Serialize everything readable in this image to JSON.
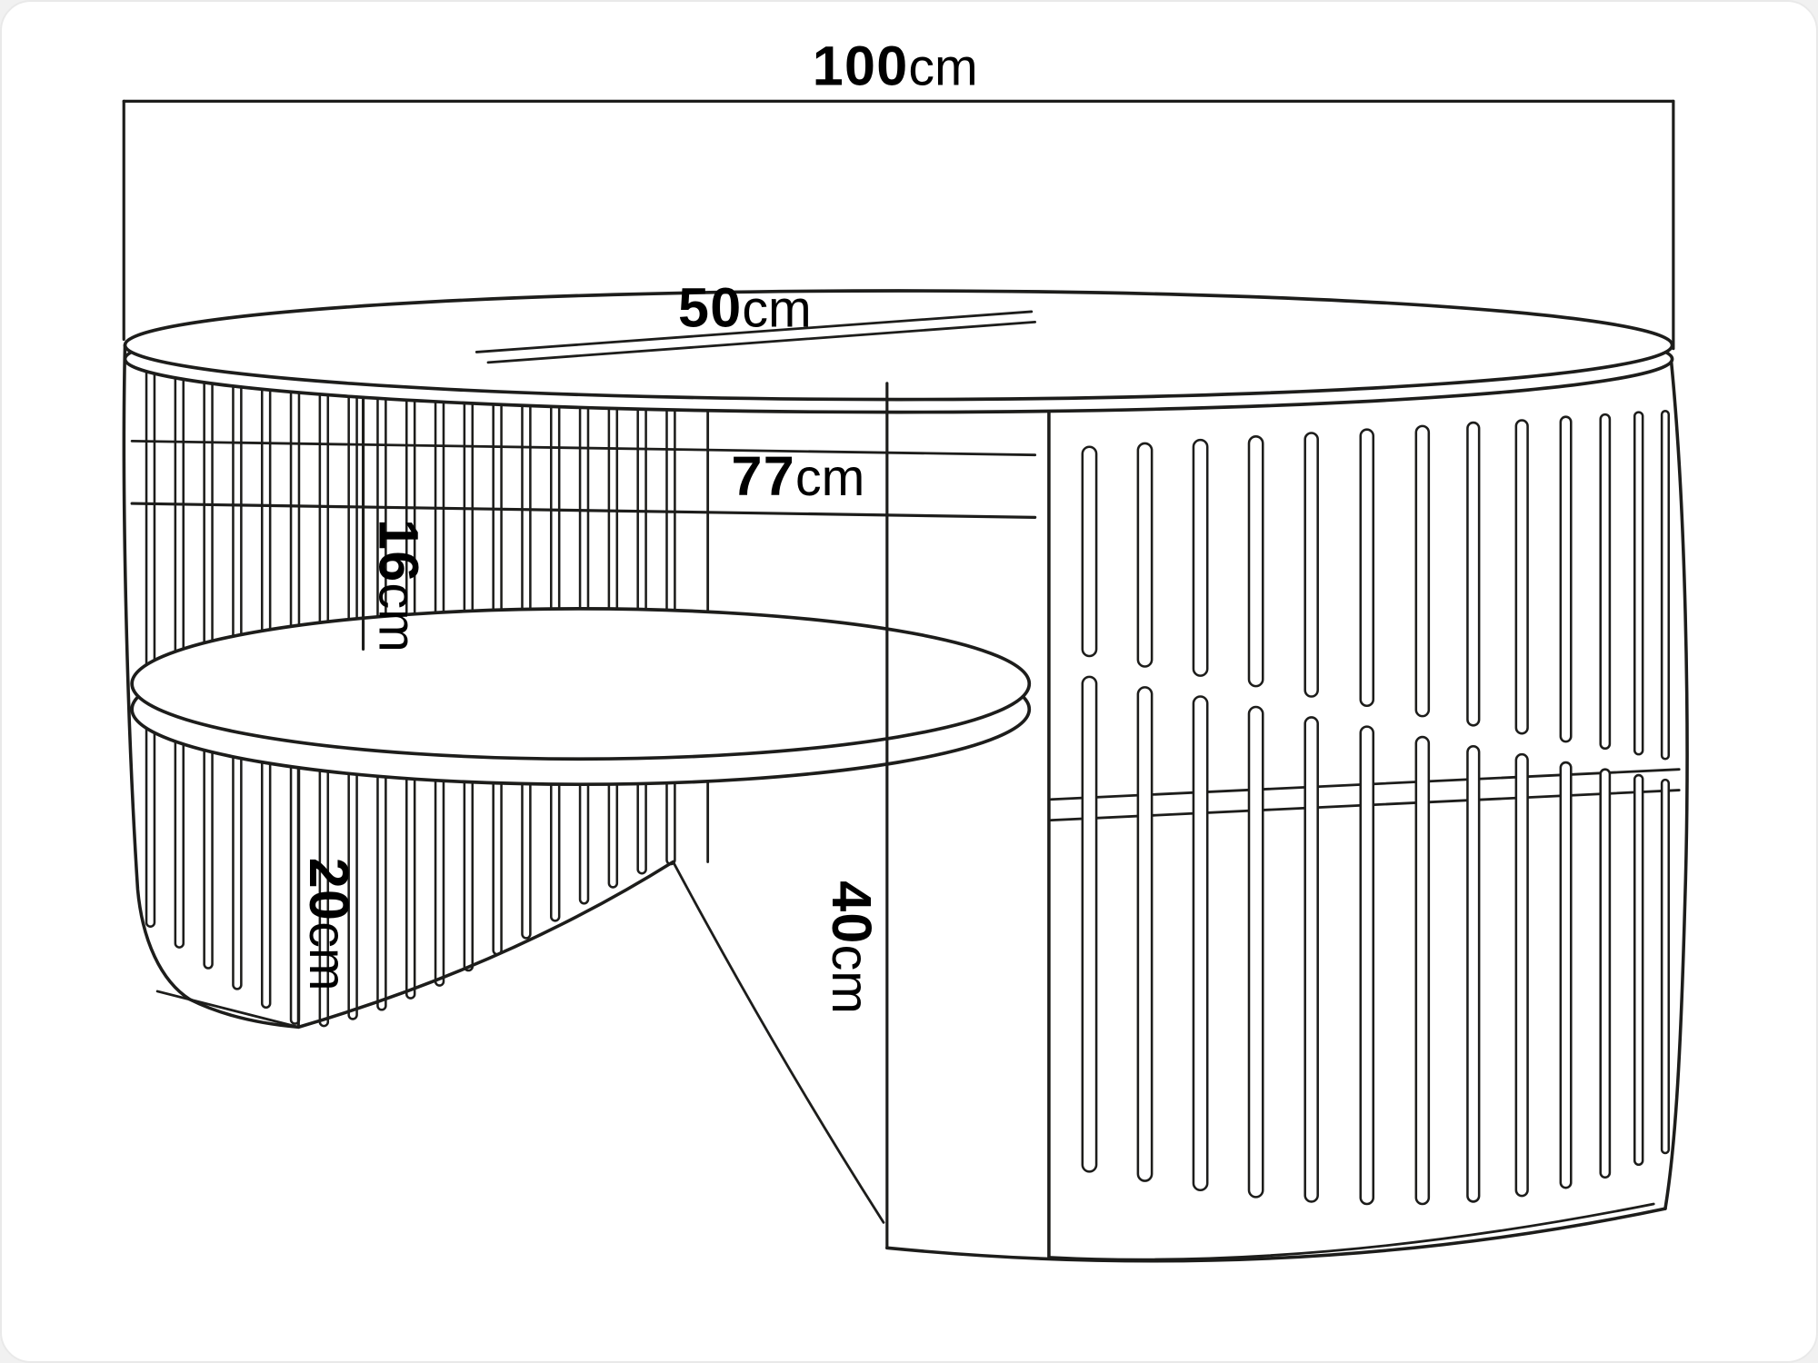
{
  "canvas": {
    "background": "#f1f1f1",
    "surface": "#ffffff",
    "line_color": "#1d1d1b",
    "text_color": "#000000"
  },
  "dimensions": {
    "total_width": {
      "value": "100",
      "unit": "cm"
    },
    "top_depth": {
      "value": "50",
      "unit": "cm"
    },
    "inner_width": {
      "value": "77",
      "unit": "cm"
    },
    "shelf_gap": {
      "value": "16",
      "unit": "cm"
    },
    "base_gap": {
      "value": "20",
      "unit": "cm"
    },
    "height": {
      "value": "40",
      "unit": "cm"
    }
  }
}
